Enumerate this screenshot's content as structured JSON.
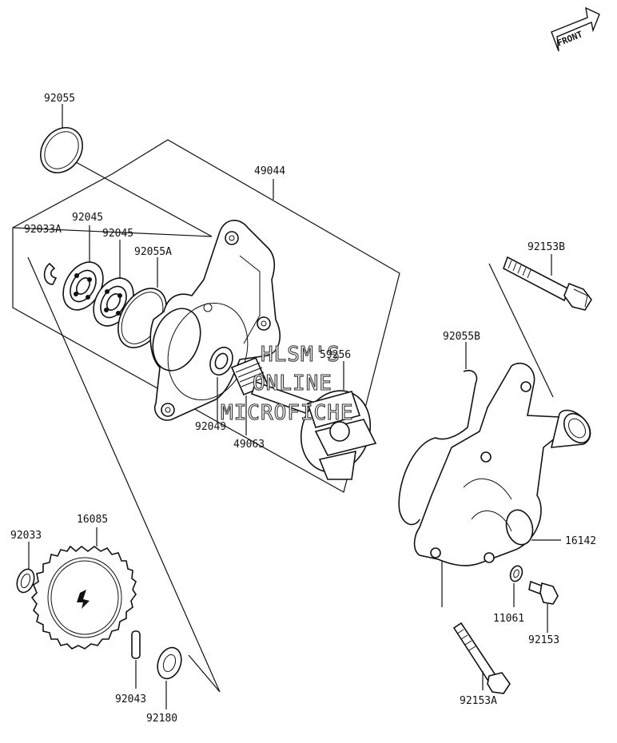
{
  "diagram": {
    "front_label": "FRONT",
    "watermark": [
      "HLSM'S",
      "ONLINE",
      "MICROFICHE"
    ],
    "parts": {
      "p92055": "92055",
      "p49044": "49044",
      "p92045a": "92045",
      "p92033a": "92033A",
      "p92045b": "92045",
      "p92055a": "92055A",
      "p59256": "59256",
      "p92049": "92049",
      "p49063": "49063",
      "p92153b": "92153B",
      "p92055b": "92055B",
      "p16085": "16085",
      "p92033": "92033",
      "p16142": "16142",
      "p11061": "11061",
      "p92153": "92153",
      "p92153a": "92153A",
      "p92043": "92043",
      "p92180": "92180"
    }
  }
}
